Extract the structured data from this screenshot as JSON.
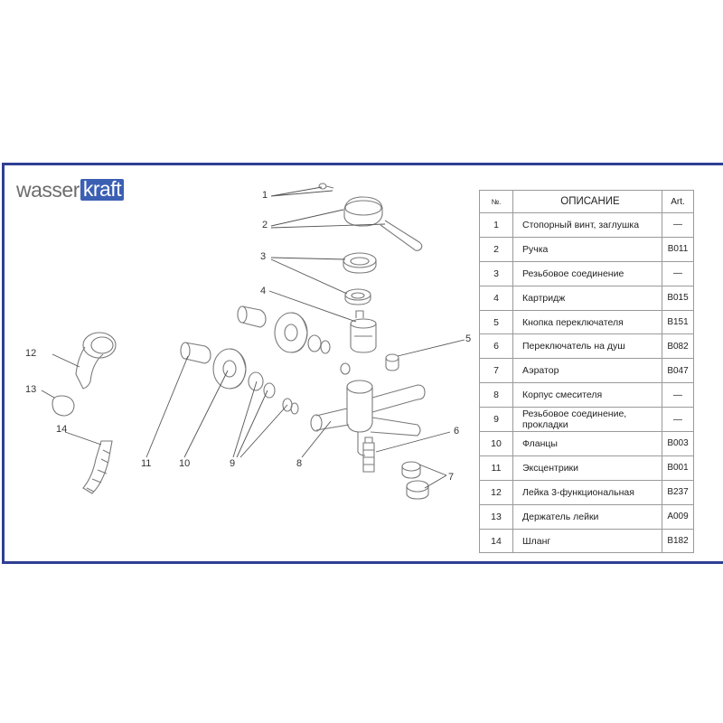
{
  "logo": {
    "part1": "wasser",
    "part2": "kraft"
  },
  "table": {
    "headers": {
      "no": "№.",
      "description": "ОПИСАНИЕ",
      "art": "Art."
    },
    "rows": [
      {
        "no": "1",
        "description": "Стопорный винт, заглушка",
        "art": "—"
      },
      {
        "no": "2",
        "description": "Ручка",
        "art": "B011"
      },
      {
        "no": "3",
        "description": "Резьбовое соединение",
        "art": "—"
      },
      {
        "no": "4",
        "description": "Картридж",
        "art": "B015"
      },
      {
        "no": "5",
        "description": "Кнопка переключателя",
        "art": "B151"
      },
      {
        "no": "6",
        "description": "Переключатель на душ",
        "art": "B082"
      },
      {
        "no": "7",
        "description": "Аэратор",
        "art": "B047"
      },
      {
        "no": "8",
        "description": "Корпус смесителя",
        "art": "—"
      },
      {
        "no": "9",
        "description": "Резьбовое соединение, прокладки",
        "art": "—"
      },
      {
        "no": "10",
        "description": "Фланцы",
        "art": "B003"
      },
      {
        "no": "11",
        "description": "Эксцентрики",
        "art": "B001"
      },
      {
        "no": "12",
        "description": "Лейка 3-функциональная",
        "art": "B237"
      },
      {
        "no": "13",
        "description": "Держатель лейки",
        "art": "A009"
      },
      {
        "no": "14",
        "description": "Шланг",
        "art": "B182"
      }
    ]
  },
  "diagram": {
    "callouts": [
      "1",
      "2",
      "3",
      "4",
      "5",
      "6",
      "7",
      "8",
      "9",
      "10",
      "11",
      "12",
      "13",
      "14"
    ]
  }
}
